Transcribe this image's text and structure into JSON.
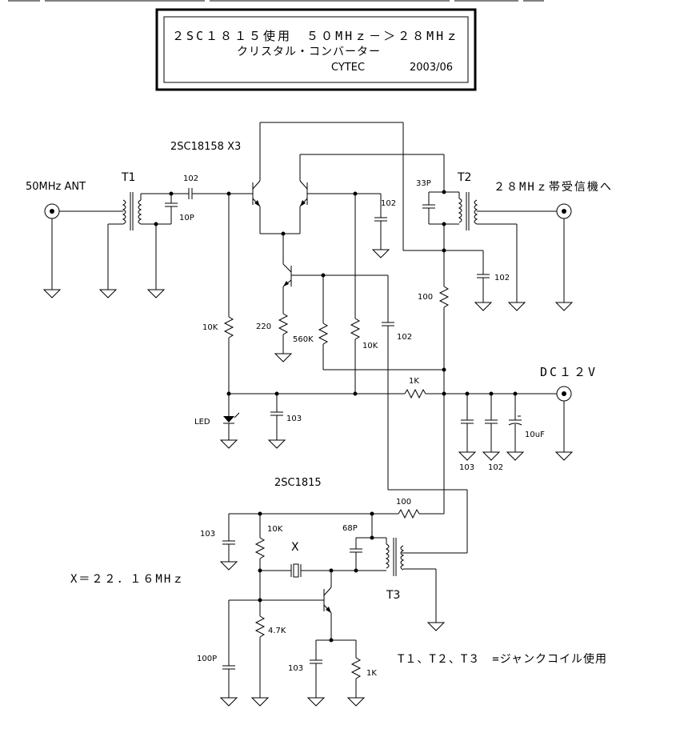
{
  "title_box": {
    "line1": "２SC１８１５使用　５０MHｚ－＞２８MHｚ",
    "line2": "クリスタル・コンバーター",
    "author": "CYTEC",
    "date": "2003/06"
  },
  "labels": {
    "transistor_top": "2SC18158 X3",
    "antenna_in": "50MHz ANT",
    "t1": "T1",
    "t2": "T2",
    "t3": "T3",
    "output": "２８MHｚ帯受信機へ",
    "dc": "DC１２V",
    "led": "LED",
    "osc_transistor": "2SC1815",
    "crystal": "X",
    "crystal_freq": "X＝２２．１６MHｚ",
    "coil_note": "T１、T２、T３　=ジャンクコイル使用"
  },
  "parts": {
    "c_102_in": "102",
    "c_10p": "10P",
    "c_33p": "33P",
    "c_102_mix": "102",
    "c_102_t2": "102",
    "r_100_top": "100",
    "r_10k_left": "10K",
    "r_220": "220",
    "r_560k": "560K",
    "r_10k_mid": "10K",
    "c_102_mid": "102",
    "r_1k": "1K",
    "c_103_led": "103",
    "c_103_dc": "103",
    "c_102_dc": "102",
    "c_10uf": "10uF",
    "r_100_osc": "100",
    "c_103_osc": "103",
    "r_10k_osc": "10K",
    "c_68p": "68P",
    "r_4_7k": "4.7K",
    "c_100p": "100P",
    "c_103_em": "103",
    "r_1k_em": "1K"
  }
}
